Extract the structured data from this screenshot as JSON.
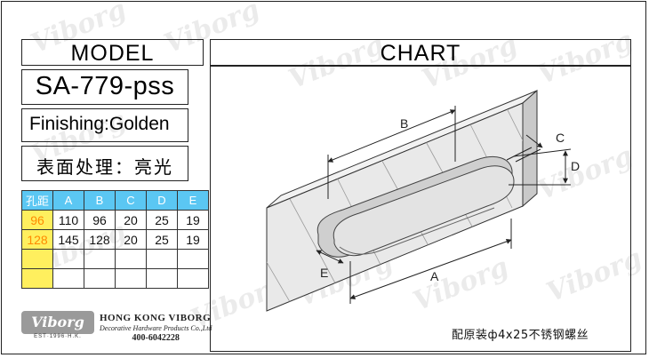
{
  "brand": {
    "watermark": "Viborg",
    "logo_text": "Viborg",
    "logo_est": "EST·1996·H.K.",
    "company_name": "HONG KONG VIBORG",
    "company_sub": "Decorative Hardware Products Co.,Ltd",
    "company_tel": "400-6042228"
  },
  "model": {
    "header": "MODEL",
    "number": "SA-779-pss",
    "finishing_en": "Finishing:Golden",
    "finishing_cn": "表面处理：亮光"
  },
  "chart": {
    "header": "CHART",
    "labels": {
      "a": "A",
      "b": "B",
      "c": "C",
      "d": "D",
      "e": "E"
    },
    "note": "配原装ф4x25不锈钢螺丝"
  },
  "spec_table": {
    "columns": [
      "孔距",
      "A",
      "B",
      "C",
      "D",
      "E"
    ],
    "rows": [
      [
        "96",
        "110",
        "96",
        "20",
        "25",
        "19"
      ],
      [
        "128",
        "145",
        "128",
        "20",
        "25",
        "19"
      ],
      [
        "",
        "",
        "",
        "",
        "",
        ""
      ],
      [
        "",
        "",
        "",
        "",
        "",
        ""
      ]
    ]
  },
  "colors": {
    "table_header_bg": "#5bc7f3",
    "table_first_col_bg": "#ffef5e",
    "table_first_col_text": "#ff8a00",
    "board_face": "#e9e9e9",
    "board_side": "#c9c9c9",
    "handle": "#e1e1e1"
  }
}
